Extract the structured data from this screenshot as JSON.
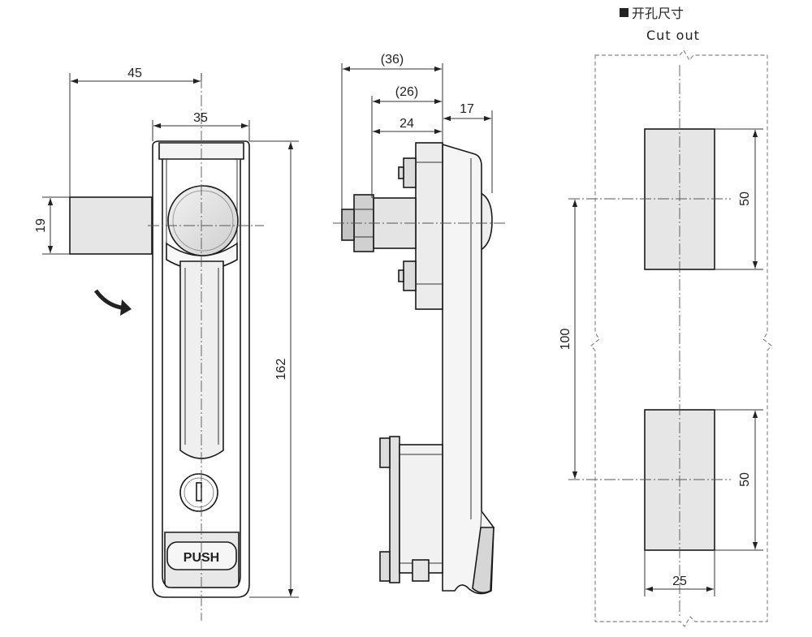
{
  "title": {
    "label_cn": "开孔尺寸",
    "label_en": "Cut out"
  },
  "front_view": {
    "dim_width_overall": "45",
    "dim_width_body": "35",
    "dim_bolt_height": "19",
    "dim_height": "162",
    "button_label": "PUSH"
  },
  "side_view": {
    "dim_depth_total": "(36)",
    "dim_depth_mid": "(26)",
    "dim_depth_inner": "24",
    "dim_front_depth": "17"
  },
  "cutout": {
    "dim_slot_height_top": "50",
    "dim_slot_height_bottom": "50",
    "dim_center_distance": "100",
    "dim_slot_width": "25"
  },
  "colors": {
    "line": "#1a1a1a",
    "fill_gray": "#e6e6e6",
    "fill_white": "#ffffff",
    "fill_dark": "#bdbdbd"
  }
}
